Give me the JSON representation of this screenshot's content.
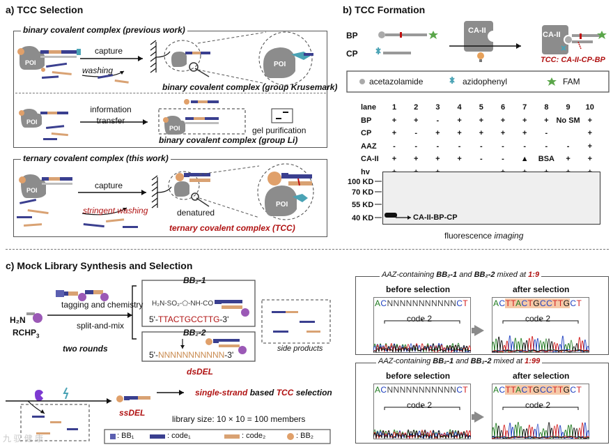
{
  "panel_a": {
    "title": "a)  TCC Selection",
    "binary_header": "binary covalent complex (previous work)",
    "capture1": "capture",
    "washing": "washing",
    "poi": "POI",
    "krusemark_label": "binary covalent complex (group Krusemark)",
    "info_transfer_1": "information",
    "info_transfer_2": "transfer",
    "gel_purification": "gel purification",
    "li_label": "binary covalent complex (group Li)",
    "ternary_header": "ternary covalent complex (this work)",
    "capture2": "capture",
    "stringent_washing": "stringent washing",
    "denatured": "denatured",
    "tcc_label": "ternary covalent complex (TCC)"
  },
  "panel_b": {
    "title": "b)  TCC Formation",
    "bp": "BP",
    "cp": "CP",
    "ca2": "CA-II",
    "tcc_name": "TCC: CA-II-CP-BP",
    "legend": {
      "acetazolamide": "acetazolamide",
      "azidophenyl": "azidophenyl",
      "fam": "FAM"
    },
    "table": {
      "row_labels": [
        "lane",
        "BP",
        "CP",
        "AAZ",
        "CA-II",
        "hv"
      ],
      "lanes": [
        "1",
        "2",
        "3",
        "4",
        "5",
        "6",
        "7",
        "8",
        "9",
        "10"
      ],
      "rows": [
        [
          "+",
          "+",
          "-",
          "+",
          "+",
          "+",
          "+",
          "+",
          "No SM",
          "+"
        ],
        [
          "+",
          "-",
          "+",
          "+",
          "+",
          "+",
          "+",
          "-",
          "",
          "+"
        ],
        [
          "-",
          "-",
          "-",
          "-",
          "-",
          "-",
          "-",
          "-",
          "-",
          "+"
        ],
        [
          "+",
          "+",
          "+",
          "+",
          "-",
          "-",
          "▲",
          "BSA",
          "+",
          "+"
        ],
        [
          "+",
          "+",
          "+",
          "-",
          "-",
          "+",
          "+",
          "+",
          "+",
          "+"
        ]
      ]
    },
    "markers": [
      "100 KD",
      "70 KD",
      "55 KD",
      "40 KD"
    ],
    "band_label": "CA-II-BP-CP",
    "gel_caption": "fluorescence imaging"
  },
  "panel_c": {
    "title": "c)  Mock Library Synthesis and Selection",
    "rchp3": "RCHP",
    "rchp3_sub": "3",
    "h2n": "H₂N",
    "tagging": "tagging and chemistry",
    "split_mix": "split-and-mix",
    "two_rounds": "two rounds",
    "bb21": "BB₂-1",
    "bb22": "BB₂-2",
    "seq1_pre": "5'-",
    "seq1_red": "TTACTGCCTTG",
    "seq1_post": "-3'",
    "seq2": "5'-NNNNNNNNNNN-3'",
    "dsdel": "dsDEL",
    "side_products": "side products",
    "ssdel": "ssDEL",
    "selection_label_red": "single-strand",
    "selection_label_mid": " based ",
    "selection_label_tcc": "TCC",
    "selection_label_end": " selection",
    "library_size": "library size: 10 × 10 = 100 members",
    "legend": {
      "bb1": ": BB₁",
      "code1": ": code₁",
      "code2": ": code₂",
      "bb2": ": BB₂"
    },
    "exp1_title_pre": "AAZ-containing ",
    "exp1_title_b1": "BB₂-1",
    "exp1_title_and": " and ",
    "exp1_title_b2": "BB₂-2",
    "exp1_title_mixed": " mixed at ",
    "exp1_ratio": "1:9",
    "exp2_ratio": "1:99",
    "before": "before selection",
    "after": "after selection",
    "seq_before_ac": "AC",
    "seq_before_n": "NNNNNNNNNNN",
    "seq_before_ct": "CT",
    "seq_after_ac": "AC",
    "seq_after_mid": "TTACTGCCTTG",
    "seq_after_ct": "CT",
    "code2": "code 2"
  },
  "watermark": "九 驭 健 康",
  "colors": {
    "accent_red": "#b01212",
    "code1_blue": "#3a3f8f",
    "code2_tan": "#d9a273",
    "protein_gray": "#8c8c8c"
  }
}
